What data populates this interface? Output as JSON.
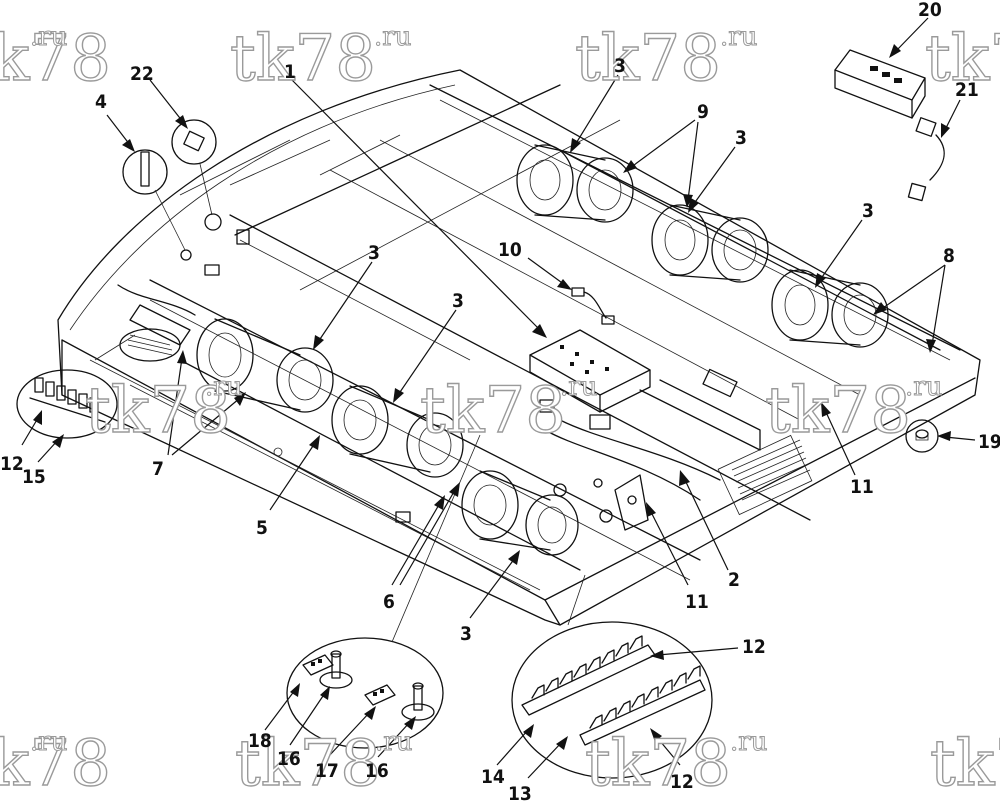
{
  "watermark": "tk78",
  "watermark_suffix": ".ru",
  "callouts": [
    {
      "id": "c1",
      "text": "1"
    },
    {
      "id": "c2",
      "text": "2"
    },
    {
      "id": "c3a",
      "text": "3"
    },
    {
      "id": "c3b",
      "text": "3"
    },
    {
      "id": "c3c",
      "text": "3"
    },
    {
      "id": "c3d",
      "text": "3"
    },
    {
      "id": "c3e",
      "text": "3"
    },
    {
      "id": "c3f",
      "text": "3"
    },
    {
      "id": "c4",
      "text": "4"
    },
    {
      "id": "c5",
      "text": "5"
    },
    {
      "id": "c6",
      "text": "6"
    },
    {
      "id": "c7",
      "text": "7"
    },
    {
      "id": "c8",
      "text": "8"
    },
    {
      "id": "c9",
      "text": "9"
    },
    {
      "id": "c10",
      "text": "10"
    },
    {
      "id": "c11a",
      "text": "11"
    },
    {
      "id": "c11b",
      "text": "11"
    },
    {
      "id": "c12a",
      "text": "12"
    },
    {
      "id": "c12b",
      "text": "12"
    },
    {
      "id": "c12c",
      "text": "12"
    },
    {
      "id": "c13",
      "text": "13"
    },
    {
      "id": "c14",
      "text": "14"
    },
    {
      "id": "c15",
      "text": "15"
    },
    {
      "id": "c16a",
      "text": "16"
    },
    {
      "id": "c16b",
      "text": "16"
    },
    {
      "id": "c17",
      "text": "17"
    },
    {
      "id": "c18",
      "text": "18"
    },
    {
      "id": "c19",
      "text": "19"
    },
    {
      "id": "c20",
      "text": "20"
    },
    {
      "id": "c21",
      "text": "21"
    },
    {
      "id": "c22",
      "text": "22"
    }
  ]
}
